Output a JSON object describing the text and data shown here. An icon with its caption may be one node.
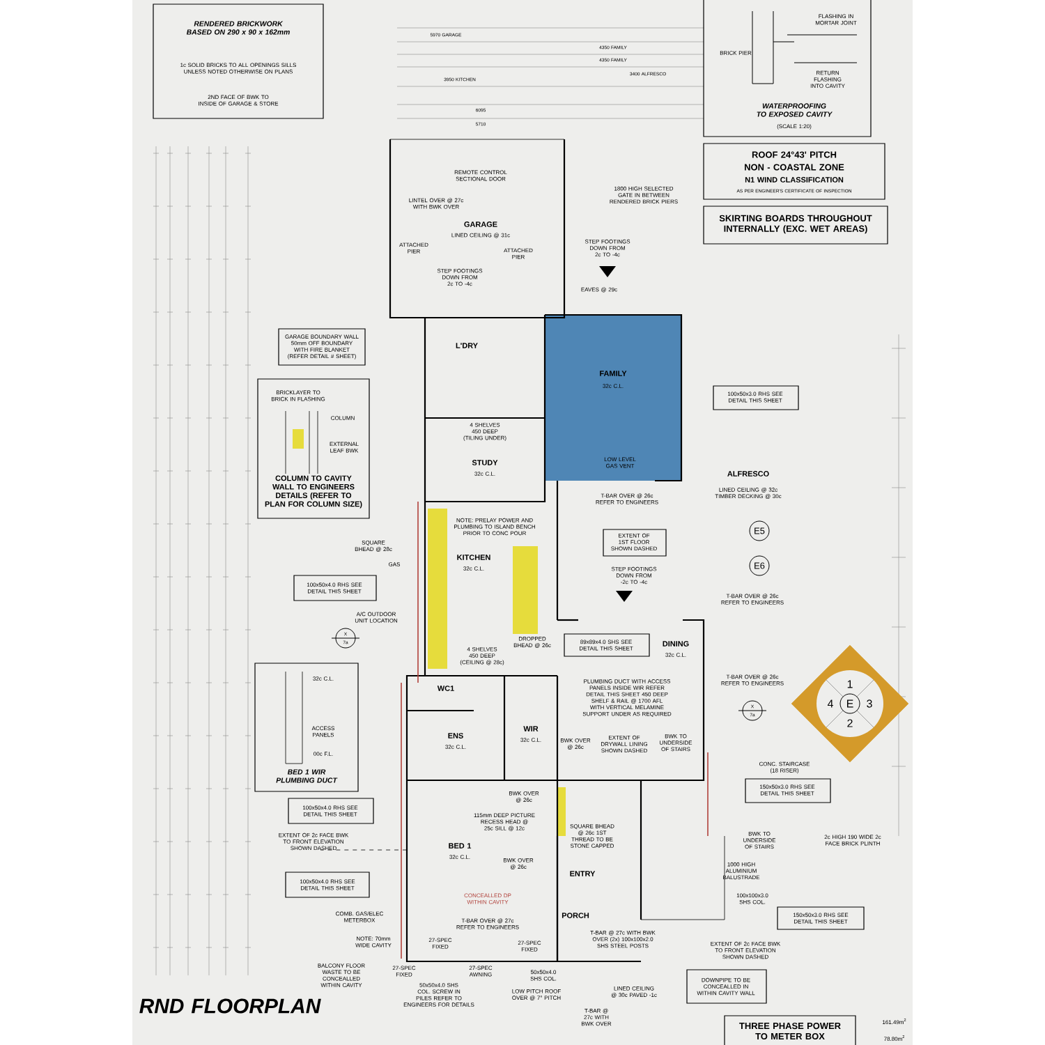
{
  "diagram": {
    "nodes": [
      {
        "text": [
          "RENDERED BRICKWORK BASED ON 290 x 90 x 162mm",
          "1c SOLID BRICKS TO ALL OPENINGS SILLS UNLESS NOTED OTHERWISE ON PLANS",
          "2ND FACE OF BWK TO INSIDE OF GARAGE & STORE"
        ]
      },
      {
        "text": [
          "FLASHING IN MORTAR JOINT",
          "BRICK PIER",
          "RETURN FLASHING INTO CAVITY",
          "WATERPROOFING TO EXPOSED CAVITY",
          "(SCALE 1:20)"
        ]
      },
      {
        "text": [
          "ROOF 24°43' PITCH",
          "NON - COASTAL ZONE",
          "N1 WIND CLASSIFICATION",
          "AS PER ENGINEER'S CERTIFICATE OF INSPECTION"
        ]
      },
      {
        "text": [
          "SKIRTING BOARDS THROUGHOUT INTERNALLY (EXC. WET AREAS)"
        ]
      },
      {
        "text": [
          "BRICKLAYER TO BRICK IN FLASHING",
          "COLUMN",
          "EXTERNAL LEAF BWK",
          "COLUMN TO CAVITY WALL TO ENGINEERS DETAILS (REFER TO PLAN FOR COLUMN SIZE)"
        ]
      },
      {
        "text": [
          "32c C.L.",
          "ACCESS PANELS",
          "00c F.L.",
          "BED 1 WIR PLUMBING DUCT"
        ]
      },
      {
        "text": [
          "GARAGE BOUNDARY WALL 50mm OFF BOUNDARY WITH FIRE BLANKET (REFER DETAIL # SHEET)"
        ]
      },
      {
        "text": [
          "100x50x4.0 RHS SEE DETAIL THIS SHEET"
        ]
      },
      {
        "text": [
          "100x50x4.0 RHS SEE DETAIL THIS SHEET"
        ]
      },
      {
        "text": [
          "100x50x4.0 RHS SEE DETAIL THIS SHEET"
        ]
      },
      {
        "text": [
          "100x50x3.0 RHS SEE DETAIL THIS SHEET"
        ]
      },
      {
        "text": [
          "EXTENT OF 1ST FLOOR SHOWN DASHED"
        ]
      },
      {
        "text": [
          "89x89x4.0 SHS SEE DETAIL THIS SHEET"
        ]
      },
      {
        "text": [
          "150x50x3.0 RHS SEE DETAIL THIS SHEET"
        ]
      },
      {
        "text": [
          "150x50x3.0 RHS SEE DETAIL THIS SHEET"
        ]
      },
      {
        "text": [
          "DOWNPIPE TO BE CONCEALLED IN WITHIN CAVITY WALL"
        ]
      },
      {
        "text": [
          "THREE PHASE POWER TO METER BOX"
        ]
      },
      {
        "text": [
          "1",
          "4",
          "E",
          "3",
          "2"
        ]
      }
    ],
    "labels": [
      "5970 GARAGE",
      "4350 FAMILY",
      "4350 FAMILY",
      "3950 KITCHEN",
      "3400 ALFRESCO",
      "6095",
      "5710",
      "REMOTE CONTROL SECTIONAL DOOR",
      "1800 HIGH SELECTED GATE IN BETWEEN RENDERED BRICK PIERS",
      "LINTEL OVER @ 27c WITH BWK OVER",
      "GARAGE",
      "LINED CEILING @ 31c",
      "ATTACHED PIER",
      "ATTACHED PIER",
      "STEP FOOTINGS DOWN FROM 2c TO -4c",
      "STEP FOOTINGS DOWN FROM 2c TO -4c",
      "EAVES @ 29c",
      "L'DRY",
      "FAMILY",
      "32c C.L.",
      "4 SHELVES 450 DEEP (TILING UNDER)",
      "STUDY",
      "32c C.L.",
      "LOW LEVEL GAS VENT",
      "ALFRESCO",
      "LINED CEILING @ 32c TIMBER DECKING @ 30c",
      "T-BAR OVER @ 26c REFER TO ENGINEERS",
      "E5",
      "E6",
      "NOTE: PRELAY POWER AND PLUMBING TO ISLAND BENCH PRIOR TO CONC POUR",
      "SQUARE BHEAD @ 28c",
      "KITCHEN",
      "32c C.L.",
      "GAS",
      "STEP FOOTINGS DOWN FROM -2c TO -4c",
      "T-BAR OVER @ 26c REFER TO ENGINEERS",
      "A/C OUTDOOR UNIT LOCATION",
      "X",
      "7a",
      "DROPPED BHEAD @ 26c",
      "4 SHELVES 450 DEEP (CEILING @ 28c)",
      "DINING",
      "32c C.L.",
      "PLUMBING DUCT WITH ACCESS PANELS INSIDE WIR REFER DETAIL THIS SHEET 450 DEEP SHELF & RAIL @ 1700 AFL WITH VERTICAL MELAMINE SUPPORT UNDER AS REQUIRED",
      "T-BAR OVER @ 26c REFER TO ENGINEERS",
      "X",
      "7a",
      "WC1",
      "ENS",
      "32c C.L.",
      "WIR",
      "32c C.L.",
      "BWK OVER @ 26c",
      "EXTENT OF DRYWALL LINING SHOWN DASHED",
      "BWK TO UNDERSIDE OF STAIRS",
      "CONC. STAIRCASE (18 RISER)",
      "BWK OVER @ 26c",
      "115mm DEEP PICTURE RECESS HEAD @ 25c SILL @ 12c",
      "SQUARE BHEAD @ 26c 1ST THREAD TO BE STONE CAPPED",
      "BWK TO UNDERSIDE OF STAIRS",
      "2c HIGH 190 WIDE 2c FACE BRICK PLINTH",
      "EXTENT OF 2c FACE BWK TO FRONT ELEVATION SHOWN DASHED",
      "BED 1",
      "32c C.L.",
      "BWK OVER @ 26c",
      "ENTRY",
      "1000 HIGH ALUMINIUM BALUSTRADE",
      "CONCEALLED DP WITHIN CAVITY",
      "100x100x3.0 SHS COL.",
      "COMB. GAS/ELEC METERBOX",
      "T-BAR OVER @ 27c REFER TO ENGINEERS",
      "PORCH",
      "T-BAR @ 27c WITH BWK OVER (2x) 100x100x2.0 SHS STEEL POSTS",
      "EXTENT OF 2c FACE BWK TO FRONT ELEVATION SHOWN DASHED",
      "NOTE: 70mm WIDE CAVITY",
      "27-SPEC FIXED",
      "27-SPEC FIXED",
      "BALCONY FLOOR WASTE TO BE CONCEALLED WITHIN CAVITY",
      "27-SPEC FIXED",
      "27-SPEC AWNING",
      "50x50x4.0 SHS COL. SCREW IN PILES REFER TO ENGINEERS FOR DETAILS",
      "50x50x4.0 SHS COL.",
      "LOW PITCH ROOF OVER @ 7° PITCH",
      "LINED CEILING @ 30c PAVED -1c",
      "T-BAR @ 27c WITH BWK OVER",
      "RND FLOORPLAN",
      "161.49m$^{2}$",
      "78.80m$^{2}$"
    ]
  }
}
